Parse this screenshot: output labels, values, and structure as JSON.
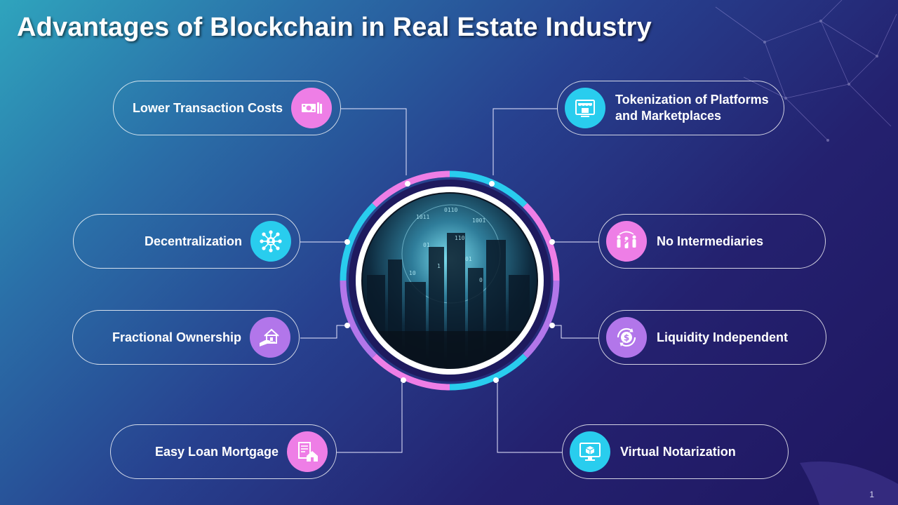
{
  "slide": {
    "title": "Advantages of Blockchain in Real Estate Industry",
    "page_number": "1"
  },
  "advantages": {
    "lower_transaction_costs": {
      "label": "Lower Transaction Costs",
      "icon": "cash-icon",
      "color": "#ee7ee6"
    },
    "decentralization": {
      "label": "Decentralization",
      "icon": "network-icon",
      "color": "#29cdee"
    },
    "fractional_ownership": {
      "label": "Fractional Ownership",
      "icon": "house-hand-icon",
      "color": "#b276ea"
    },
    "easy_loan_mortgage": {
      "label": "Easy Loan Mortgage",
      "icon": "mortgage-document-icon",
      "color": "#ee7ee6"
    },
    "tokenization": {
      "label": "Tokenization of Platforms and Marketplaces",
      "icon": "storefront-icon",
      "color": "#29cdee"
    },
    "no_intermediaries": {
      "label": "No Intermediaries",
      "icon": "no-intermediary-icon",
      "color": "#ee7ee6"
    },
    "liquidity_independent": {
      "label": "Liquidity Independent",
      "icon": "dollar-cycle-icon",
      "color": "#b276ea"
    },
    "virtual_notarization": {
      "label": "Virtual Notarization",
      "icon": "monitor-cube-icon",
      "color": "#29cdee"
    }
  },
  "hub": {
    "image": "city-data-globe"
  },
  "colors": {
    "pink": "#ee7ee6",
    "cyan": "#29cdee",
    "violet": "#b276ea",
    "background": "#24216f"
  }
}
